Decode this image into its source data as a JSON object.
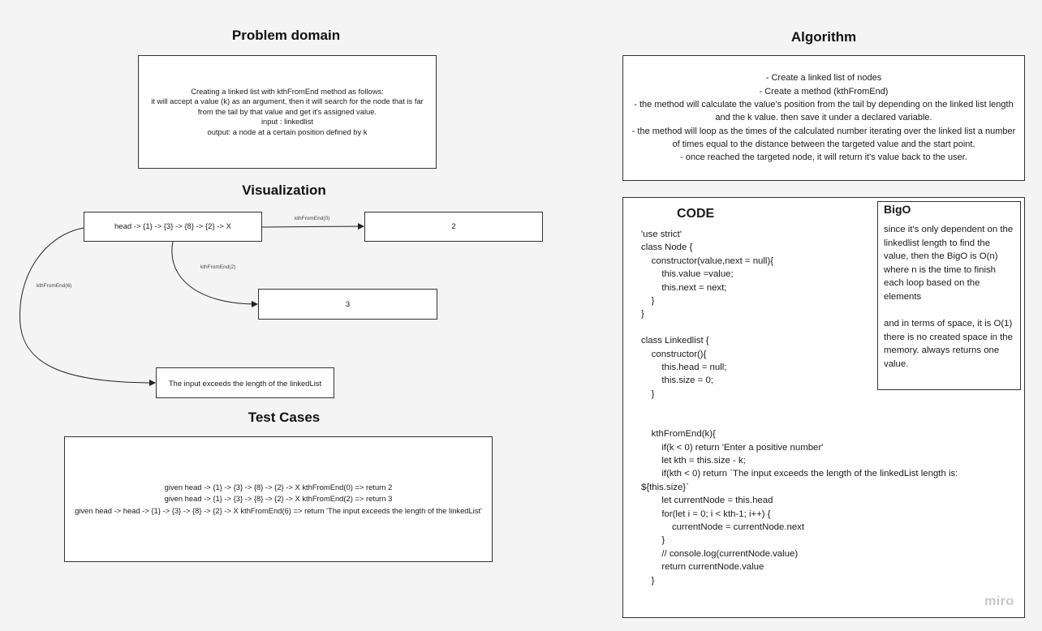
{
  "problem": {
    "heading": "Problem domain",
    "text": "Creating a linked list with kthFromEnd method as follows:\nit will accept a value (k) as an argument, then it will search for the node that is far from the tail by that value and get it's assigned value.\ninput : linkedlist\noutput: a node at a certain position defined by k"
  },
  "algorithm": {
    "heading": "Algorithm",
    "text": "- Create a linked list of nodes\n- Create a method (kthFromEnd)\n- the method will calculate the value's position from the tail by depending on the linked list length and the k value. then save it under a declared variable.\n- the method will loop as the times of the calculated number iterating over the linked list a number of times equal to the distance between the targeted value and the start point.\n- once reached the targeted node, it will return it's value back to the user."
  },
  "visualization": {
    "heading": "Visualization",
    "nodes": {
      "head": "head -> {1} -> {3} -> {8} -> {2} -> X",
      "result_0": "2",
      "result_2": "3",
      "result_6": "The input exceeds the length of the linkedList"
    },
    "edges": {
      "k0": "kthFromEnd(0)",
      "k2": "kthFromEnd(2)",
      "k6": "kthFromEnd(6)"
    }
  },
  "test_cases": {
    "heading": "Test Cases",
    "text": "given head -> {1} -> {3} -> {8} -> {2} -> X  kthFromEnd(0) =>  return 2\ngiven head -> {1} -> {3} -> {8} -> {2} -> X kthFromEnd(2) =>  return  3\ngiven head -> head -> {1} -> {3} -> {8} -> {2} -> X  kthFromEnd(6) => return 'The input exceeds the length of the linkedList'"
  },
  "code": {
    "heading": "CODE",
    "text": "'use strict'\nclass Node {\n    constructor(value,next = null){\n        this.value =value;\n        this.next = next;\n    }\n}\n\nclass Linkedlist {\n    constructor(){\n        this.head = null;\n        this.size = 0;\n    }\n\n\n    kthFromEnd(k){\n        if(k < 0) return 'Enter a positive number'\n        let kth = this.size - k;\n        if(kth < 0) return `The input exceeds the length of the linkedList length is: ${this.size}`\n        let currentNode = this.head\n        for(let i = 0; i < kth-1; i++) {\n            currentNode = currentNode.next\n        }\n        // console.log(currentNode.value)\n        return currentNode.value\n    }"
  },
  "bigo": {
    "heading": "BigO",
    "text": "since it's only dependent on the linkedlist length to find the value, then the BigO is O(n) where n is the time to finish each loop based on the elements\n\nand in terms of space, it is O(1) there is no created space in the memory. always returns one value."
  },
  "watermark": "miro"
}
